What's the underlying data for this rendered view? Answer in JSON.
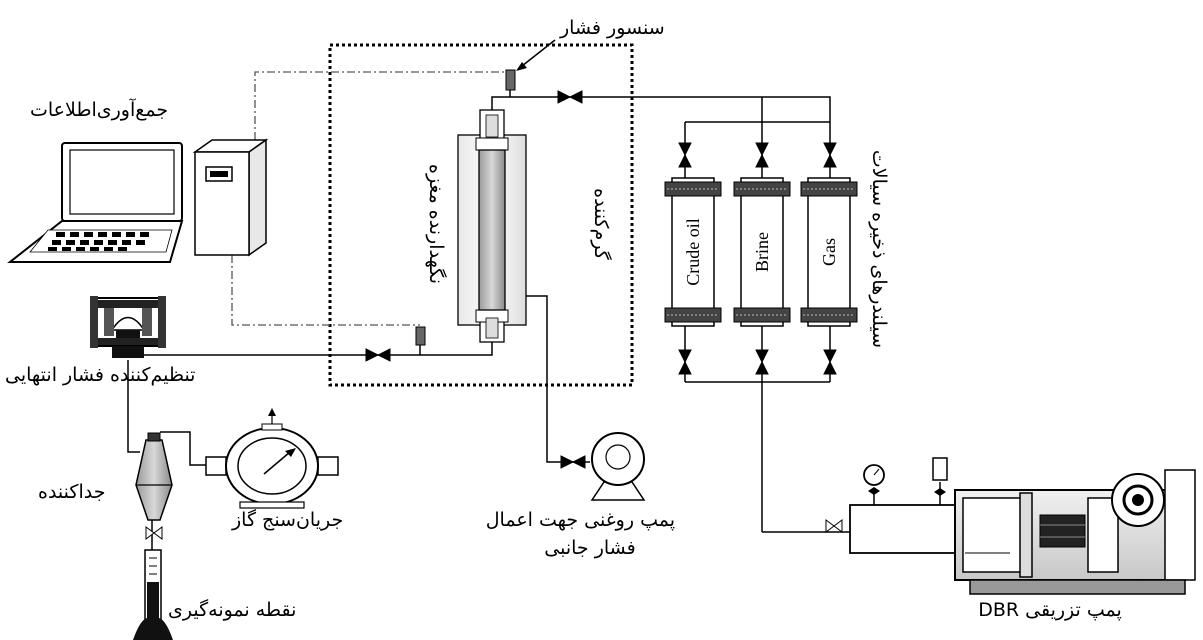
{
  "labels": {
    "pressure_sensor": "سنسور فشار",
    "data_acquisition": "جمع‌آوری‌اطلاعات",
    "core_holder": "نگهدارنده مغزه",
    "heater": "گرم‌کننده",
    "fluid_cylinders": "سیلندرهای ذخیره سیالات",
    "back_pressure_regulator": "تنظیم‌کننده فشار انتهایی",
    "separator": "جداکننده",
    "gas_flow_meter": "جریان‌سنج گاز",
    "sampling_point": "نقطه نمونه‌گیری",
    "oil_pump_line1": "پمپ روغنی جهت اعمال",
    "oil_pump_line2": "فشار جانبی",
    "injection_pump": "پمپ تزریقی DBR"
  },
  "cylinders": {
    "crude_oil": "Crude oil",
    "brine": "Brine",
    "gas": "Gas"
  }
}
